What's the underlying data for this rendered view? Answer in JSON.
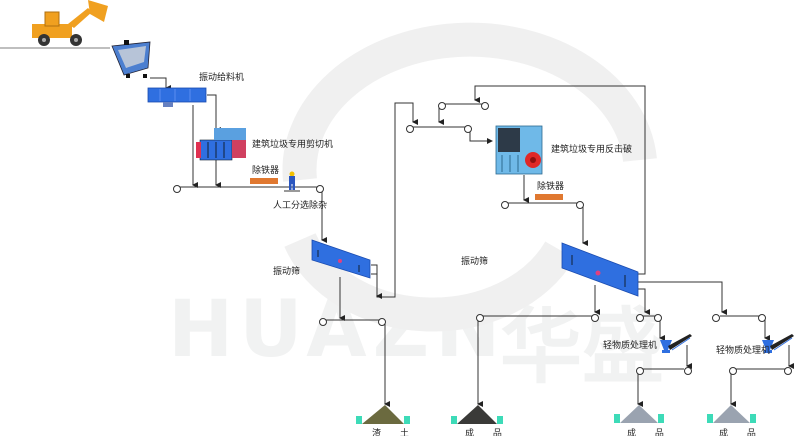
{
  "diagram": {
    "title": "建筑垃圾处理工艺流程",
    "watermark": {
      "latin": "HUAZN",
      "chinese": "华盛"
    },
    "colors": {
      "equipment_blue": "#2f6fe0",
      "iron_remover": "#e07830",
      "line": "#333333",
      "pile_base": "#3ddbb8",
      "pile_soil": "#6b6a3f",
      "pile_dark": "#3a3a38",
      "pile_gravel": "#9aa3b0",
      "loader": "#f0a020",
      "watermark": "#eeeeee"
    },
    "equipment": {
      "loader": "装载机",
      "hopper": "料斗",
      "vibrating_feeder": "振动给料机",
      "shear": "建筑垃圾专用剪切机",
      "iron_remover_1": "除铁器",
      "manual_sorting": "人工分选除杂",
      "screen_1": "振动筛",
      "screen_2_label": "振动筛",
      "impact_crusher": "建筑垃圾专用反击破",
      "iron_remover_2": "除铁器",
      "light_material_1": "轻物质处理机",
      "light_material_2": "轻物质处理机"
    },
    "outputs": [
      {
        "label": "渣 土",
        "type": "soil"
      },
      {
        "label": "成 品",
        "type": "dark"
      },
      {
        "label": "成 品",
        "type": "gravel"
      },
      {
        "label": "成 品",
        "type": "gravel"
      }
    ]
  }
}
